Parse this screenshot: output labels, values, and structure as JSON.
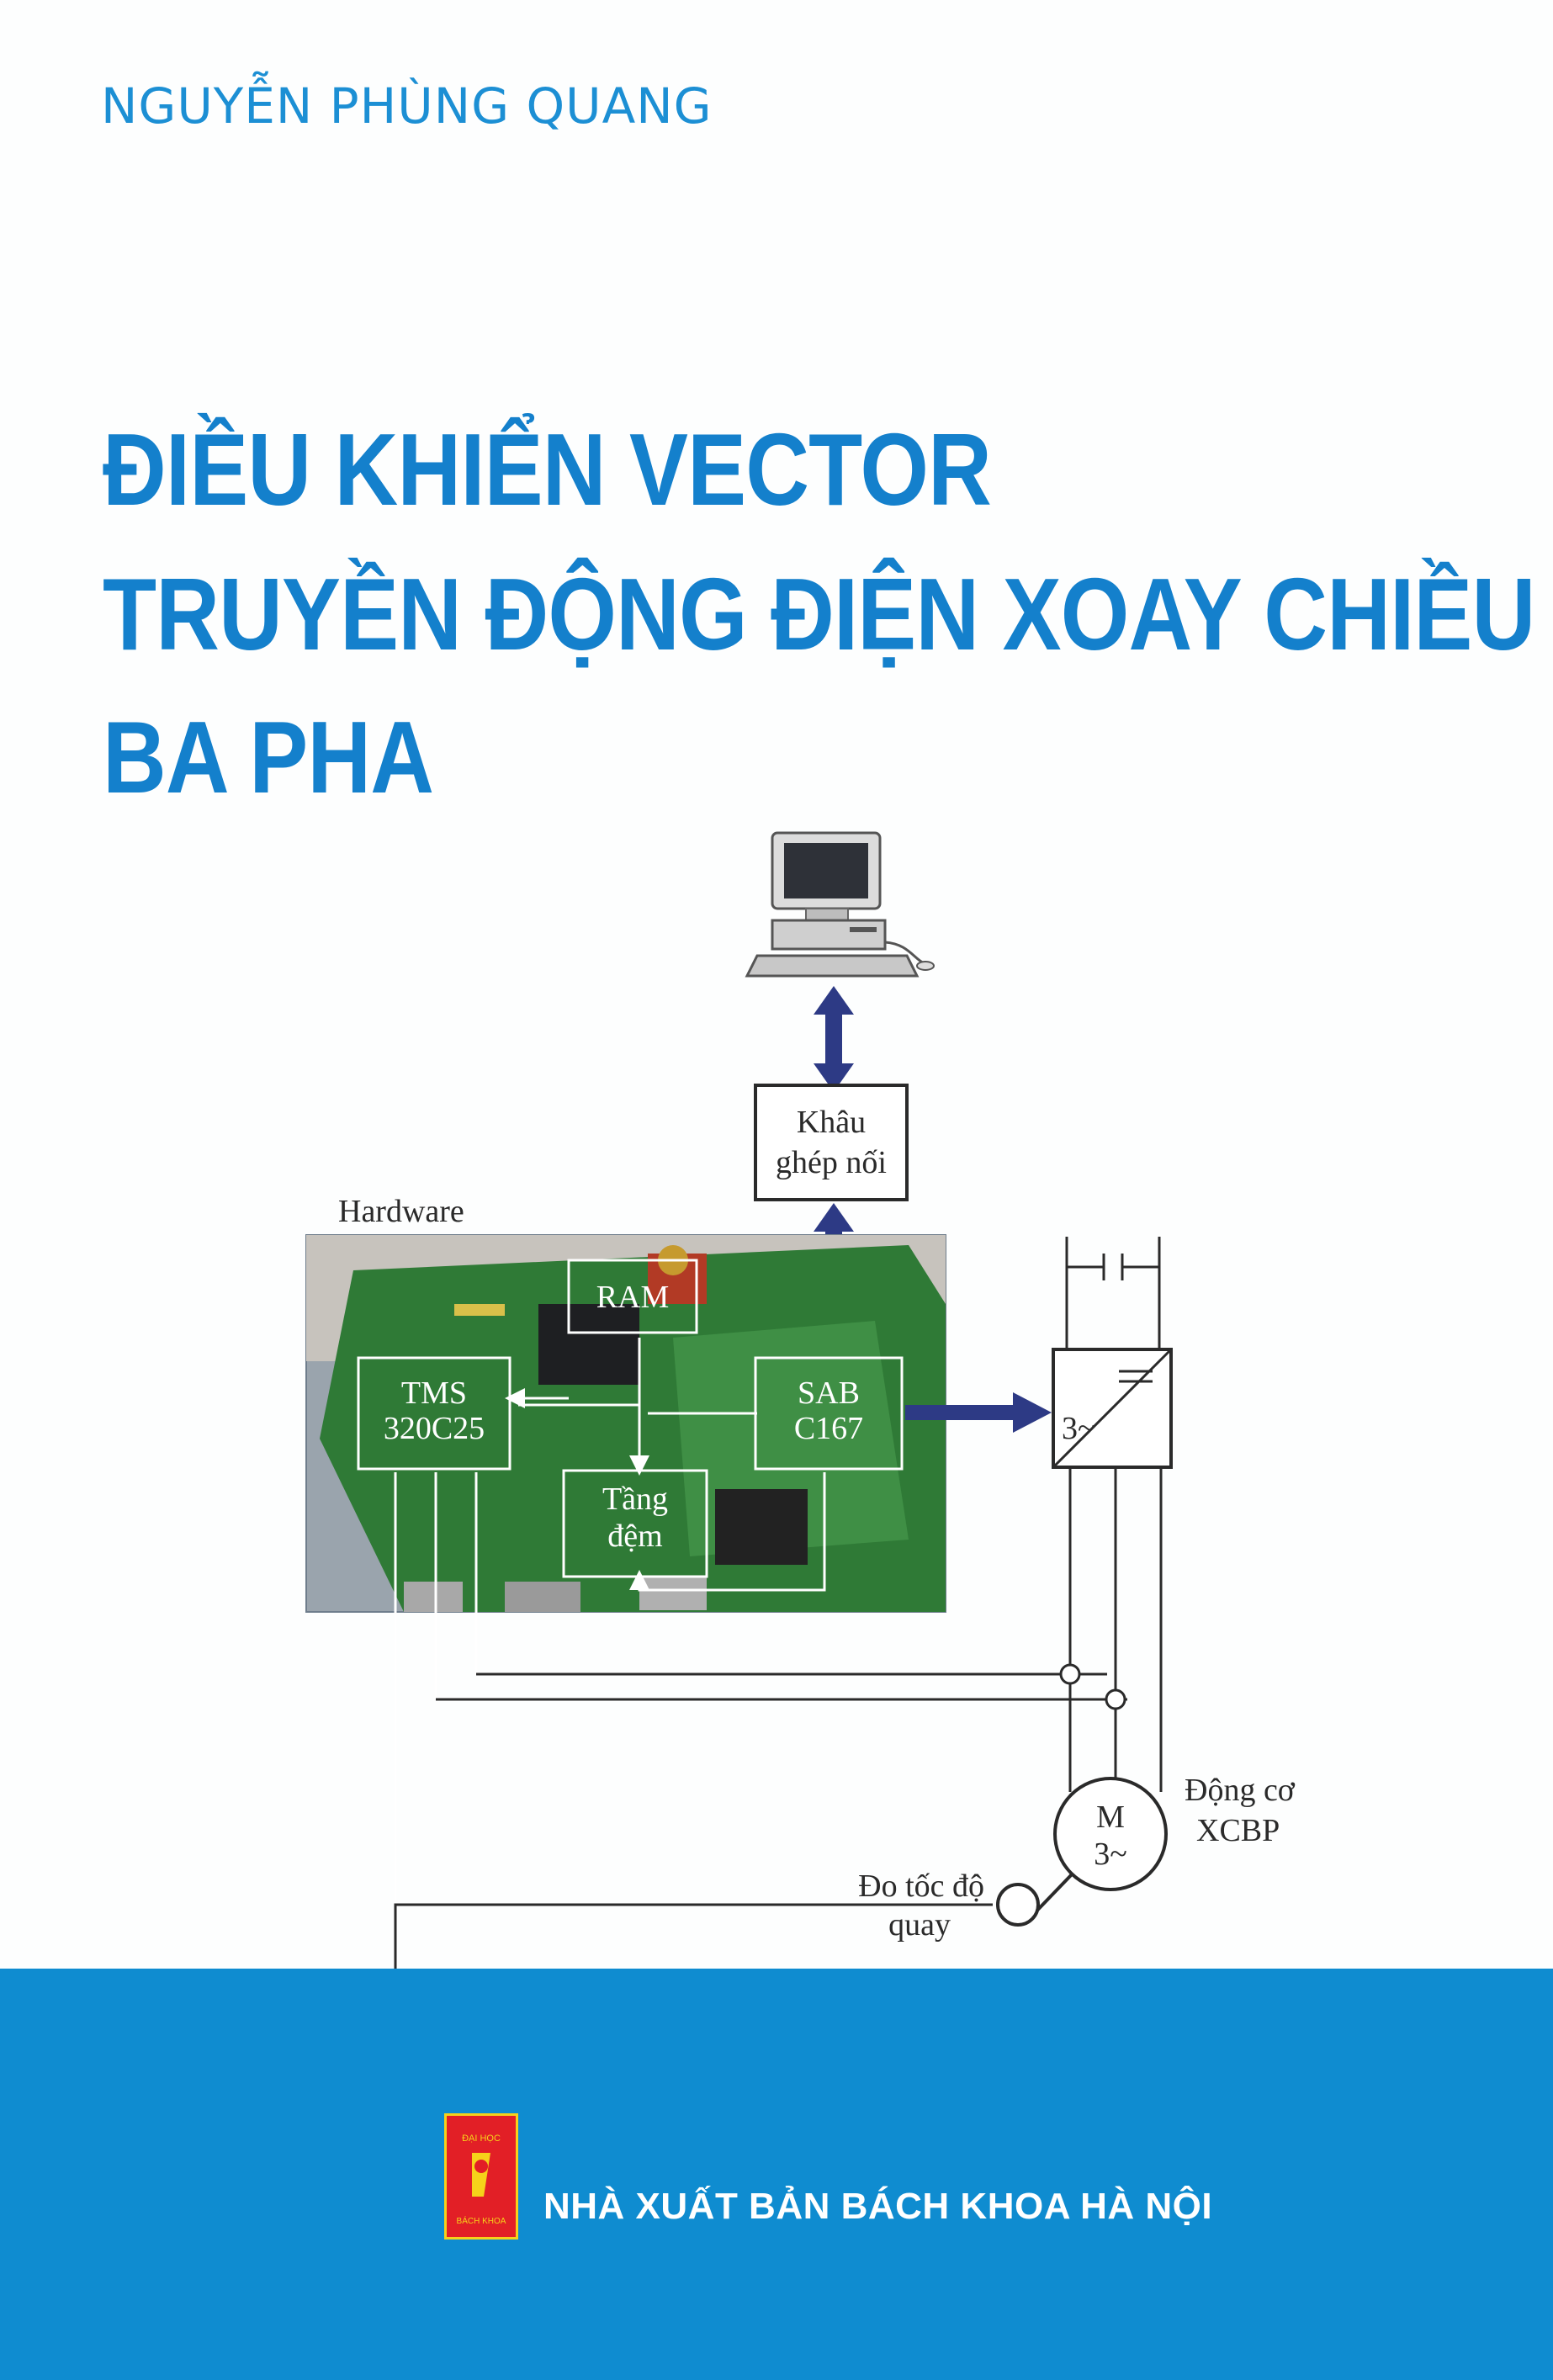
{
  "cover": {
    "author": "NGUYỄN PHÙNG QUANG",
    "title_lines": [
      "ĐIỀU KHIỂN VECTOR",
      "TRUYỀN ĐỘNG ĐIỆN XOAY CHIỀU",
      "BA PHA"
    ],
    "publisher": "NHÀ XUẤT BẢN BÁCH KHOA HÀ NỘI",
    "colors": {
      "title": "#1480cc",
      "author": "#1c8fd4",
      "band": "#0f8cd0",
      "logo": "#e21f26"
    }
  },
  "diagram": {
    "hardware_label": "Hardware",
    "interface_lines": [
      "Khâu",
      "ghép nối"
    ],
    "ram": "RAM",
    "tms_lines": [
      "TMS",
      "320C25"
    ],
    "sab_lines": [
      "SAB",
      "C167"
    ],
    "buffer_lines": [
      "Tầng",
      "đệm"
    ],
    "inverter": "3~",
    "motor_lines": [
      "M",
      "3~"
    ],
    "motor_label_lines": [
      "Động cơ",
      "XCBP"
    ],
    "speed_label_lines": [
      "Đo tốc độ",
      "quay"
    ]
  },
  "logo": {
    "top_text": "ĐẠI HỌC",
    "bottom_text": "BÁCH KHOA"
  },
  "icons": [
    "computer-icon",
    "publisher-logo",
    "motor-symbol",
    "inverter-symbol",
    "capacitor-symbol",
    "encoder-symbol"
  ]
}
